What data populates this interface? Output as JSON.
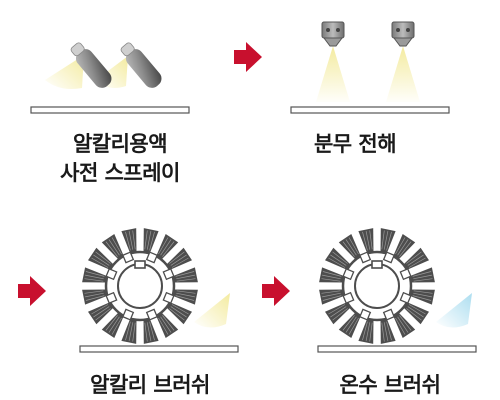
{
  "steps": [
    {
      "id": "alkali-spray",
      "label_line1": "알칼리용액",
      "label_line2": "사전 스프레이"
    },
    {
      "id": "electrolytic-spray",
      "label_line1": "분무 전해"
    },
    {
      "id": "alkali-brush",
      "label_line1": "알칼리 브러쉬"
    },
    {
      "id": "hot-water-brush",
      "label_line1": "온수 브러쉬"
    }
  ],
  "icons": {
    "arrow": "right-arrow-icon",
    "spray_can": "spray-can-icon",
    "nozzle": "spray-nozzle-icon",
    "brush": "roller-brush-icon"
  },
  "colors": {
    "arrow": "#c8102e",
    "alkali_spray": "#f3ea9a",
    "hot_water_spray": "#a8dcef",
    "metal_dark": "#4d4d4d",
    "plate_outline": "#555555"
  }
}
